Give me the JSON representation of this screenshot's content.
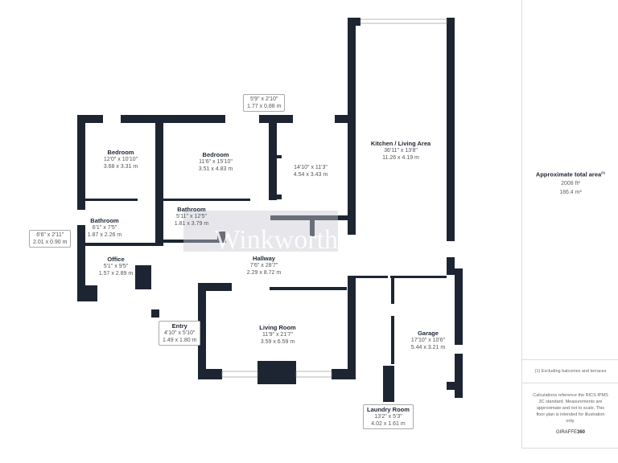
{
  "rooms": {
    "bedroom1": {
      "name": "Bedroom",
      "imperial": "12'0\" x 10'10\"",
      "metric": "3.68 x 3.31 m"
    },
    "bedroom2": {
      "name": "Bedroom",
      "imperial": "11'6\" x 15'10\"",
      "metric": "3.51 x 4.83 m"
    },
    "room3": {
      "imperial": "14'10\" x 11'3\"",
      "metric": "4.54 x 3.43 m"
    },
    "kitchen": {
      "name": "Kitchen / Living Area",
      "imperial": "36'11\" x 13'8\"",
      "metric": "11.26 x 4.19 m"
    },
    "bathroom1": {
      "name": "Bathroom",
      "imperial": "6'1\" x 7'5\"",
      "metric": "1.87 x 2.26 m"
    },
    "bathroom2": {
      "name": "Bathroom",
      "imperial": "5'11\" x 12'5\"",
      "metric": "1.81 x 3.79 m"
    },
    "office": {
      "name": "Office",
      "imperial": "5'1\" x 9'5\"",
      "metric": "1.57 x 2.89 m"
    },
    "hallway": {
      "name": "Hallway",
      "imperial": "7'6\" x 28'7\"",
      "metric": "2.29 x 8.72 m"
    },
    "entry": {
      "name": "Entry",
      "imperial": "4'10\" x 5'10\"",
      "metric": "1.49 x 1.80 m"
    },
    "living": {
      "name": "Living Room",
      "imperial": "11'9\" x 21'7\"",
      "metric": "3.59 x 6.59 m"
    },
    "garage": {
      "name": "Garage",
      "imperial": "17'10\" x 10'6\"",
      "metric": "5.44 x 3.21 m"
    },
    "laundry": {
      "name": "Laundry Room",
      "imperial": "13'2\" x 5'3\"",
      "metric": "4.02 x 1.61 m"
    },
    "closet_top": {
      "imperial": "5'9\" x 2'10\"",
      "metric": "1.77 x 0.88 m"
    },
    "closet_left": {
      "imperial": "6'6\" x 2'11\"",
      "metric": "2.01 x 0.90 m"
    }
  },
  "watermark": "Winkworth",
  "panel": {
    "title": "Approximate total area",
    "title_sup": "(1)",
    "area_ft": "2008 ft²",
    "area_m": "186.4 m²",
    "footnote": "(1) Excluding balconies and terraces",
    "disclaimer": "Calculations reference the RICS IPMS 3C standard. Measurements are approximate and not to scale. This floor plan is intended for illustration only.",
    "brand_a": "GIRAFFE",
    "brand_b": "360"
  },
  "colors": {
    "wall": "#1e2532"
  }
}
